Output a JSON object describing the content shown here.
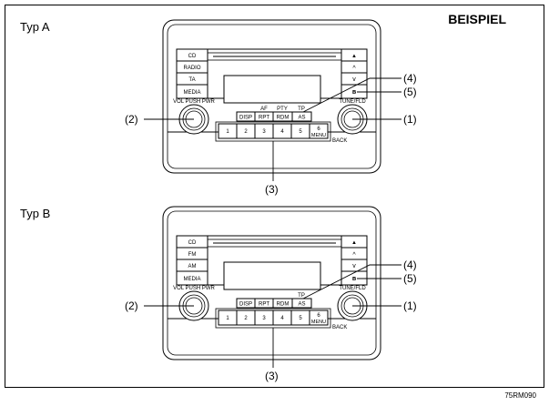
{
  "header": {
    "title": "BEISPIEL"
  },
  "footer": {
    "code": "75RM090"
  },
  "callouts": {
    "c1": "(1)",
    "c2": "(2)",
    "c3": "(3)",
    "c4": "(4)",
    "c5": "(5)"
  },
  "typA": {
    "label": "Typ A",
    "left_buttons": [
      "CD",
      "RADIO",
      "TA",
      "MEDIA"
    ],
    "right_buttons": [
      "▲",
      "^",
      "v",
      "ʙ"
    ],
    "knob_left": "VOL PUSH PWR",
    "knob_right": "TUNE/FLD",
    "func_labels": [
      "AF",
      "PTY",
      "TP"
    ],
    "func_buttons": [
      "DISP",
      "RPT",
      "RDM",
      "AS"
    ],
    "presets": [
      "1",
      "2",
      "3",
      "4",
      "5",
      "6"
    ],
    "preset6_sub": "MENU",
    "back_label": "BACK"
  },
  "typB": {
    "label": "Typ B",
    "left_buttons": [
      "CD",
      "FM",
      "AM",
      "MEDIA"
    ],
    "right_buttons": [
      "▲",
      "^",
      "v",
      "ʙ"
    ],
    "knob_left": "VOL PUSH PWR",
    "knob_right": "TUNE/FLD",
    "func_labels": [
      "",
      "",
      "TP"
    ],
    "func_buttons": [
      "DISP",
      "RPT",
      "RDM",
      "AS"
    ],
    "presets": [
      "1",
      "2",
      "3",
      "4",
      "5",
      "6"
    ],
    "preset6_sub": "MENU",
    "back_label": "BACK"
  }
}
